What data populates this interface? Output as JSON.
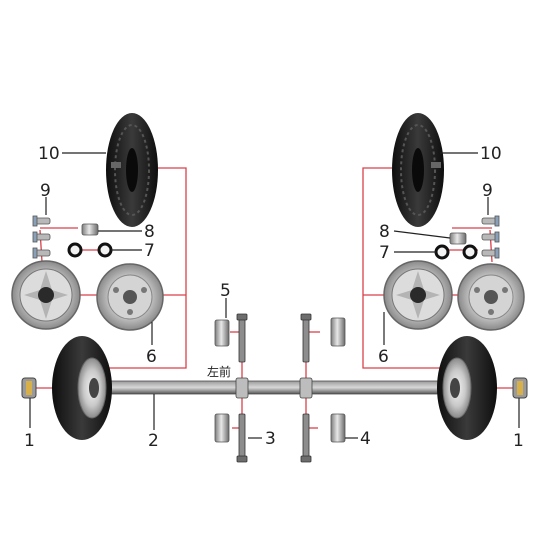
{
  "callouts": {
    "c1_left": "1",
    "c1_right": "1",
    "c2": "2",
    "c3": "3",
    "c4": "4",
    "c5": "5",
    "c6_left": "6",
    "c6_right": "6",
    "c7_left": "7",
    "c7_right": "7",
    "c8_left": "8",
    "c8_right": "8",
    "c9_left": "9",
    "c9_right": "9",
    "c10_left": "10",
    "c10_right": "10"
  },
  "direction_label": "左前",
  "colors": {
    "guide_line": "#d9424a",
    "leader": "#222222",
    "tire": "#1f1f1f",
    "rim": "#c8c8c8",
    "axle": "#6e6e6e"
  }
}
